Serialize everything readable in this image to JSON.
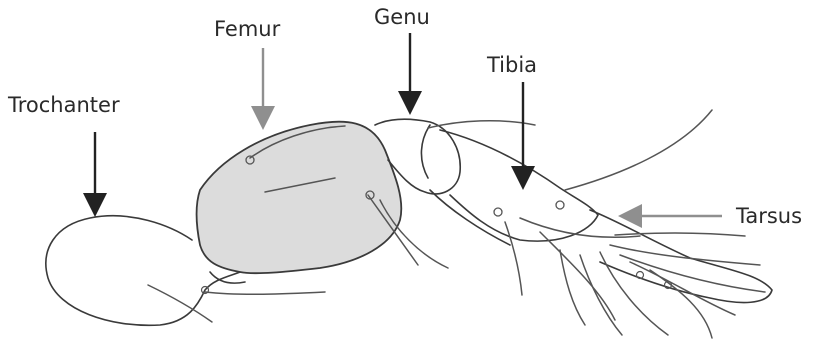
{
  "labels": {
    "trochanter": "Trochanter",
    "femur": "Femur",
    "genu": "Genu",
    "tibia": "Tibia",
    "tarsus": "Tarsus"
  },
  "colors": {
    "femur_fill": "#dcdcdc",
    "outline": "#3a3a3a",
    "arrow": "#222222",
    "arrow_grey": "#8f8f8f"
  }
}
